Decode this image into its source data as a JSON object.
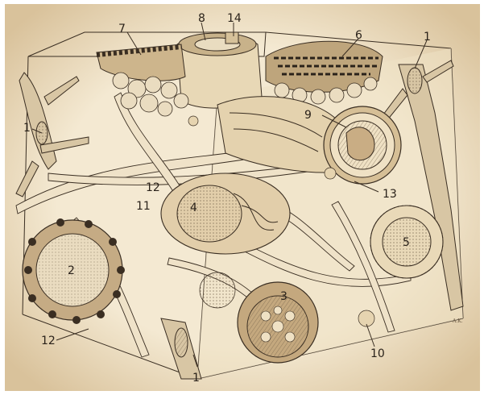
{
  "figure": {
    "labels": [
      {
        "id": "l1a",
        "text": "1"
      },
      {
        "id": "l1b",
        "text": "1"
      },
      {
        "id": "l1c",
        "text": "1"
      },
      {
        "id": "l2",
        "text": "2"
      },
      {
        "id": "l3",
        "text": "3"
      },
      {
        "id": "l4",
        "text": "4"
      },
      {
        "id": "l5",
        "text": "5"
      },
      {
        "id": "l6",
        "text": "6"
      },
      {
        "id": "l7",
        "text": "7"
      },
      {
        "id": "l8",
        "text": "8"
      },
      {
        "id": "l9",
        "text": "9"
      },
      {
        "id": "l10",
        "text": "10"
      },
      {
        "id": "l11",
        "text": "11"
      },
      {
        "id": "l12a",
        "text": "12"
      },
      {
        "id": "l12b",
        "text": "12"
      },
      {
        "id": "l13",
        "text": "13"
      },
      {
        "id": "l14",
        "text": "14"
      }
    ],
    "signature": "A.K."
  },
  "colors": {
    "paper": "#f2e6cf",
    "ink": "#3a2e22",
    "shade": "#6b5a44"
  }
}
